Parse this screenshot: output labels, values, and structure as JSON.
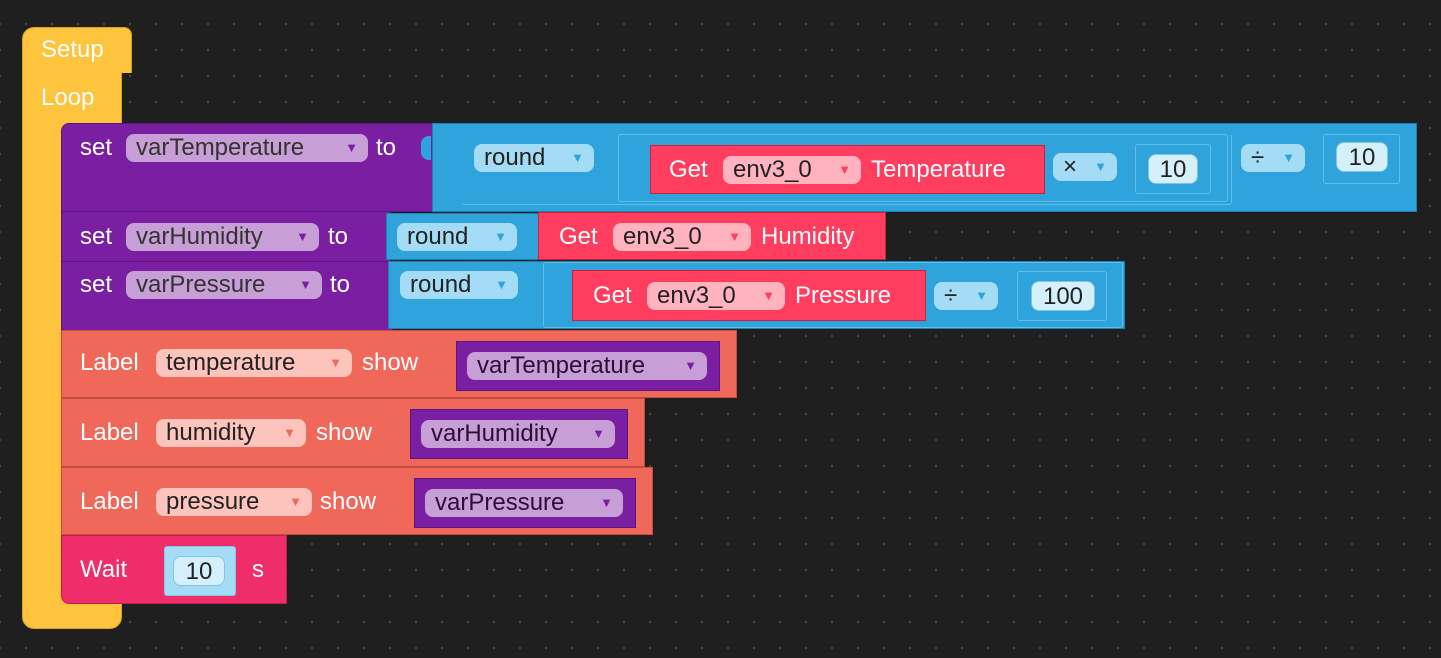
{
  "blocks": {
    "setup_label": "Setup",
    "loop_label": "Loop",
    "row1": {
      "set": "set",
      "var": "varTemperature",
      "to": "to",
      "round": "round",
      "get": "Get",
      "device": "env3_0",
      "prop": "Temperature",
      "op1": "×",
      "num1": "10",
      "op2": "÷",
      "num2": "10"
    },
    "row2": {
      "set": "set",
      "var": "varHumidity",
      "to": "to",
      "round": "round",
      "get": "Get",
      "device": "env3_0",
      "prop": "Humidity"
    },
    "row3": {
      "set": "set",
      "var": "varPressure",
      "to": "to",
      "round": "round",
      "get": "Get",
      "device": "env3_0",
      "prop": "Pressure",
      "op": "÷",
      "num": "100"
    },
    "row4": {
      "label": "Label",
      "target": "temperature",
      "show": "show",
      "var": "varTemperature"
    },
    "row5": {
      "label": "Label",
      "target": "humidity",
      "show": "show",
      "var": "varHumidity"
    },
    "row6": {
      "label": "Label",
      "target": "pressure",
      "show": "show",
      "var": "varPressure"
    },
    "row7": {
      "wait": "Wait",
      "num": "10",
      "unit": "s"
    }
  },
  "dropdown_arrow": "▼",
  "colors": {
    "event": "#fec43d",
    "variable": "#7b1fa2",
    "math": "#2ea3dc",
    "sensor": "#ff3d5e",
    "ui": "#f0685a",
    "timing": "#ef2d6b",
    "canvas": "#1f1f1f"
  }
}
